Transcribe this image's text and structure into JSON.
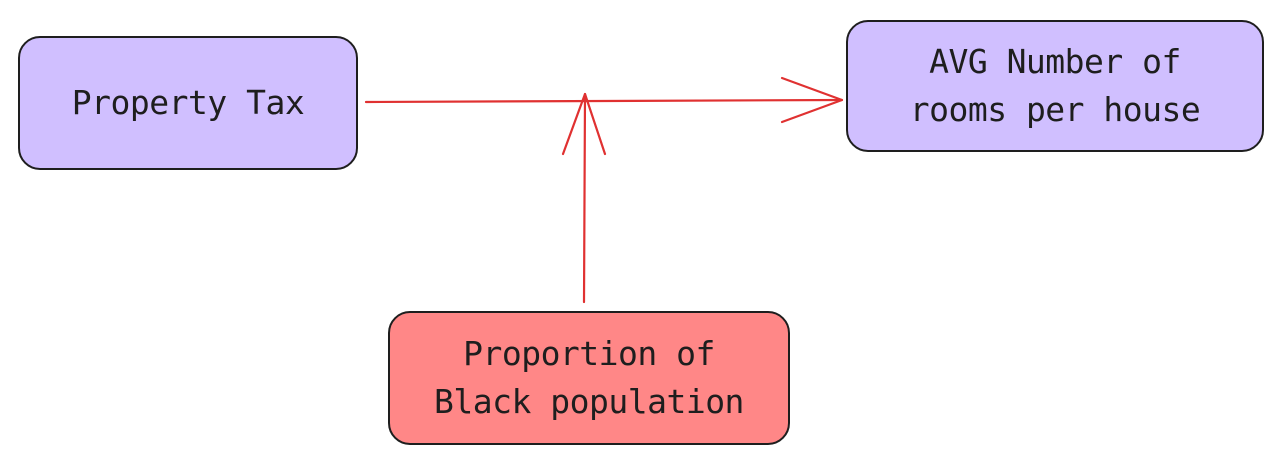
{
  "diagram": {
    "nodes": {
      "property_tax": {
        "label": "Property Tax"
      },
      "avg_rooms": {
        "label": "AVG Number of\nrooms per house"
      },
      "black_population": {
        "label": "Proportion of\nBlack population"
      }
    },
    "edges": [
      {
        "from": "property_tax",
        "to": "avg_rooms"
      },
      {
        "from": "black_population",
        "to": "property_tax->avg_rooms edge"
      }
    ]
  },
  "colors": {
    "main_node_fill": "#d0bfff",
    "moderator_node_fill": "#ff8787",
    "edge_stroke": "#e03131",
    "outline": "#1e1e1e"
  }
}
